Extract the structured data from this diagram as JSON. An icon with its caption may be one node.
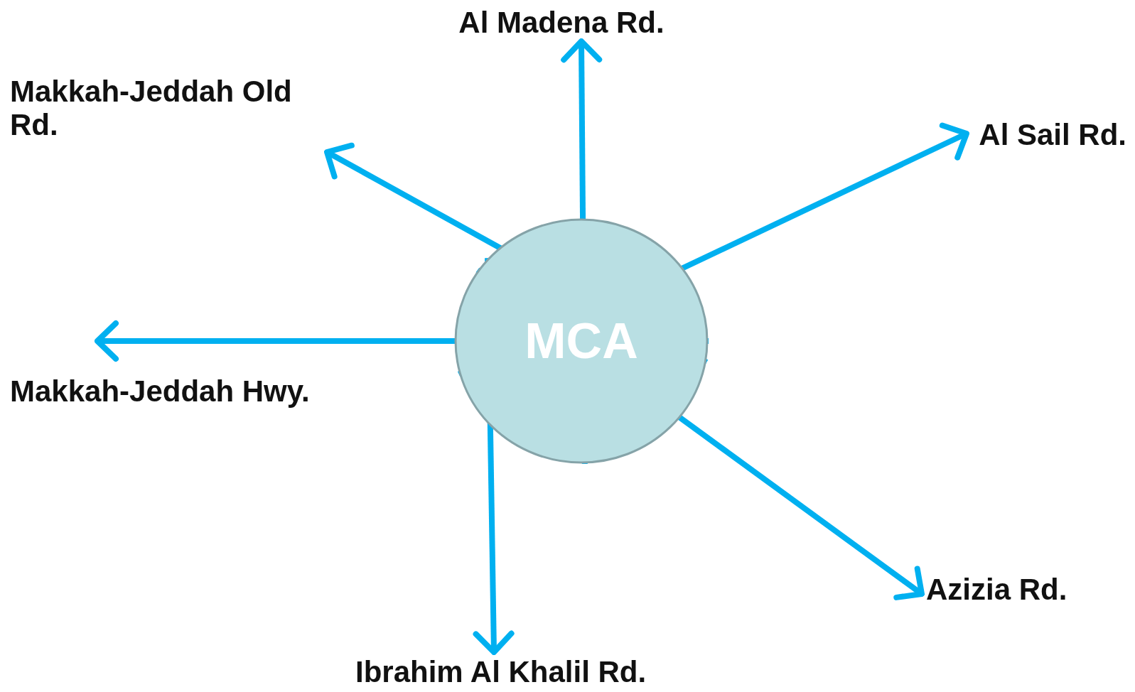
{
  "diagram": {
    "nodes": [
      {
        "text": [
          "MCA"
        ]
      },
      {
        "text": [
          "Al Madena Rd."
        ]
      },
      {
        "text": [
          "Makkah-Jeddah Old Rd."
        ]
      },
      {
        "text": [
          "Al Sail Rd."
        ]
      },
      {
        "text": [
          "Makkah-Jeddah Hwy."
        ]
      },
      {
        "text": [
          "Ibrahim Al Khalil Rd."
        ]
      },
      {
        "text": [
          "Azizia Rd."
        ]
      }
    ],
    "edges": [
      {
        "from": 0,
        "to": 1,
        "arrow": "to"
      },
      {
        "from": 0,
        "to": 2,
        "arrow": "to"
      },
      {
        "from": 0,
        "to": 3,
        "arrow": "to"
      },
      {
        "from": 0,
        "to": 4,
        "arrow": "to"
      },
      {
        "from": 0,
        "to": 5,
        "arrow": "to"
      },
      {
        "from": 0,
        "to": 6,
        "arrow": "to"
      }
    ]
  }
}
